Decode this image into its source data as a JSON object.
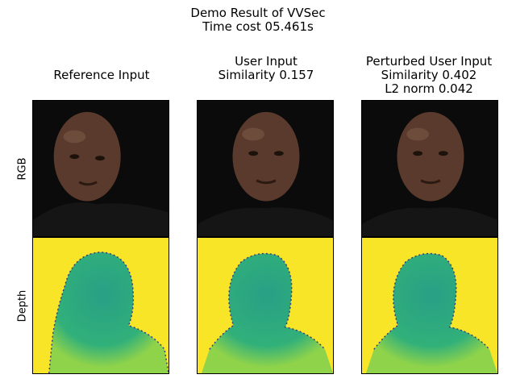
{
  "figure": {
    "title_line1": "Demo Result of VVSec",
    "title_line2": "Time cost 05.461s"
  },
  "columns": [
    {
      "title_lines": [
        "Reference Input"
      ]
    },
    {
      "title_lines": [
        "User Input",
        "Similarity 0.157"
      ]
    },
    {
      "title_lines": [
        "Perturbed User Input",
        "Similarity 0.402",
        "L2 norm 0.042"
      ]
    }
  ],
  "rows": {
    "rgb_label": "RGB",
    "depth_label": "Depth"
  },
  "colors": {
    "background_dark": "#0b0b0b",
    "skin": "#5a3a2c",
    "shirt": "#151515",
    "depth_far": "#f8e528",
    "depth_near": "#27a085",
    "depth_mid": "#8fd34a"
  }
}
